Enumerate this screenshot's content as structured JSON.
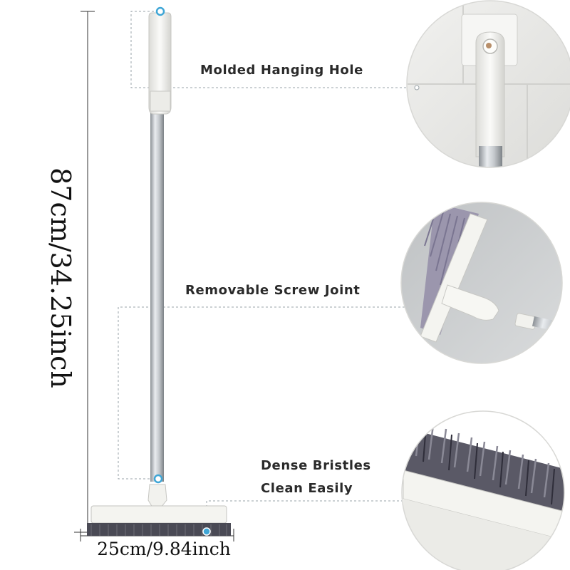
{
  "dimensions": {
    "height_label": "87cm/34.25inch",
    "width_label": "25cm/9.84inch"
  },
  "callouts": [
    {
      "label": "Molded Hanging Hole"
    },
    {
      "label": "Removable Screw Joint"
    },
    {
      "label_line1": "Dense Bristles",
      "label_line2": "Clean Easily"
    }
  ],
  "colors": {
    "accent_dot": "#3fa6d6",
    "handle": "#f4f4f2",
    "pole": "#c4c8cc",
    "bristles": "#4a4a55",
    "leader_line": "#9aa3a8"
  }
}
